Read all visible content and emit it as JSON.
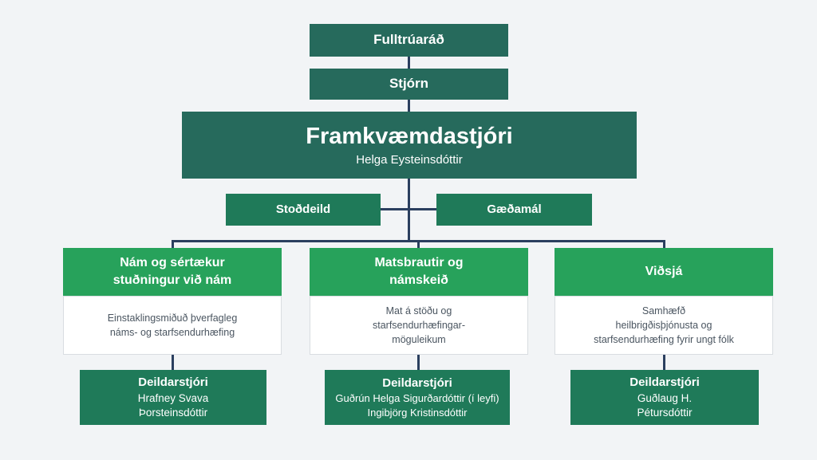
{
  "title": "Organizational chart",
  "colors": {
    "background": "#f2f4f6",
    "teal_box": "#266a5c",
    "mid_green_box": "#1f7a59",
    "bright_green_header": "#27a25b",
    "connector": "#2b3f5f",
    "white_box_border": "#d9dde1",
    "white_box_text": "#4a5560"
  },
  "hierarchy": {
    "board_top": {
      "label": "Fulltrúaráð"
    },
    "board": {
      "label": "Stjórn"
    },
    "director": {
      "title": "Framkvæmdastjóri",
      "name": "Helga Eysteinsdóttir"
    },
    "staff_units": [
      {
        "label": "Stoðdeild"
      },
      {
        "label": "Gæðamál"
      }
    ],
    "departments": [
      {
        "header": "Nám og sértækur\nstuðningur við nám",
        "description": "Einstaklingsmiðuð þverfagleg\nnáms- og starfsendurhæfing",
        "role": "Deildarstjóri",
        "people": "Hrafney Svava\nÞorsteinsdóttir"
      },
      {
        "header": "Matsbrautir og\nnámskeið",
        "description": "Mat á stöðu og\nstarfsendurhæfingar-\nmöguleikum",
        "role": "Deildarstjóri",
        "people": "Guðrún Helga Sigurðardóttir (í leyfi)\nIngibjörg Kristinsdóttir"
      },
      {
        "header": "Viðsjá",
        "description": "Samhæfð\nheilbrigðisþjónusta og\nstarfsendurhæfing fyrir ungt fólk",
        "role": "Deildarstjóri",
        "people": "Guðlaug H.\nPétursdóttir"
      }
    ]
  }
}
